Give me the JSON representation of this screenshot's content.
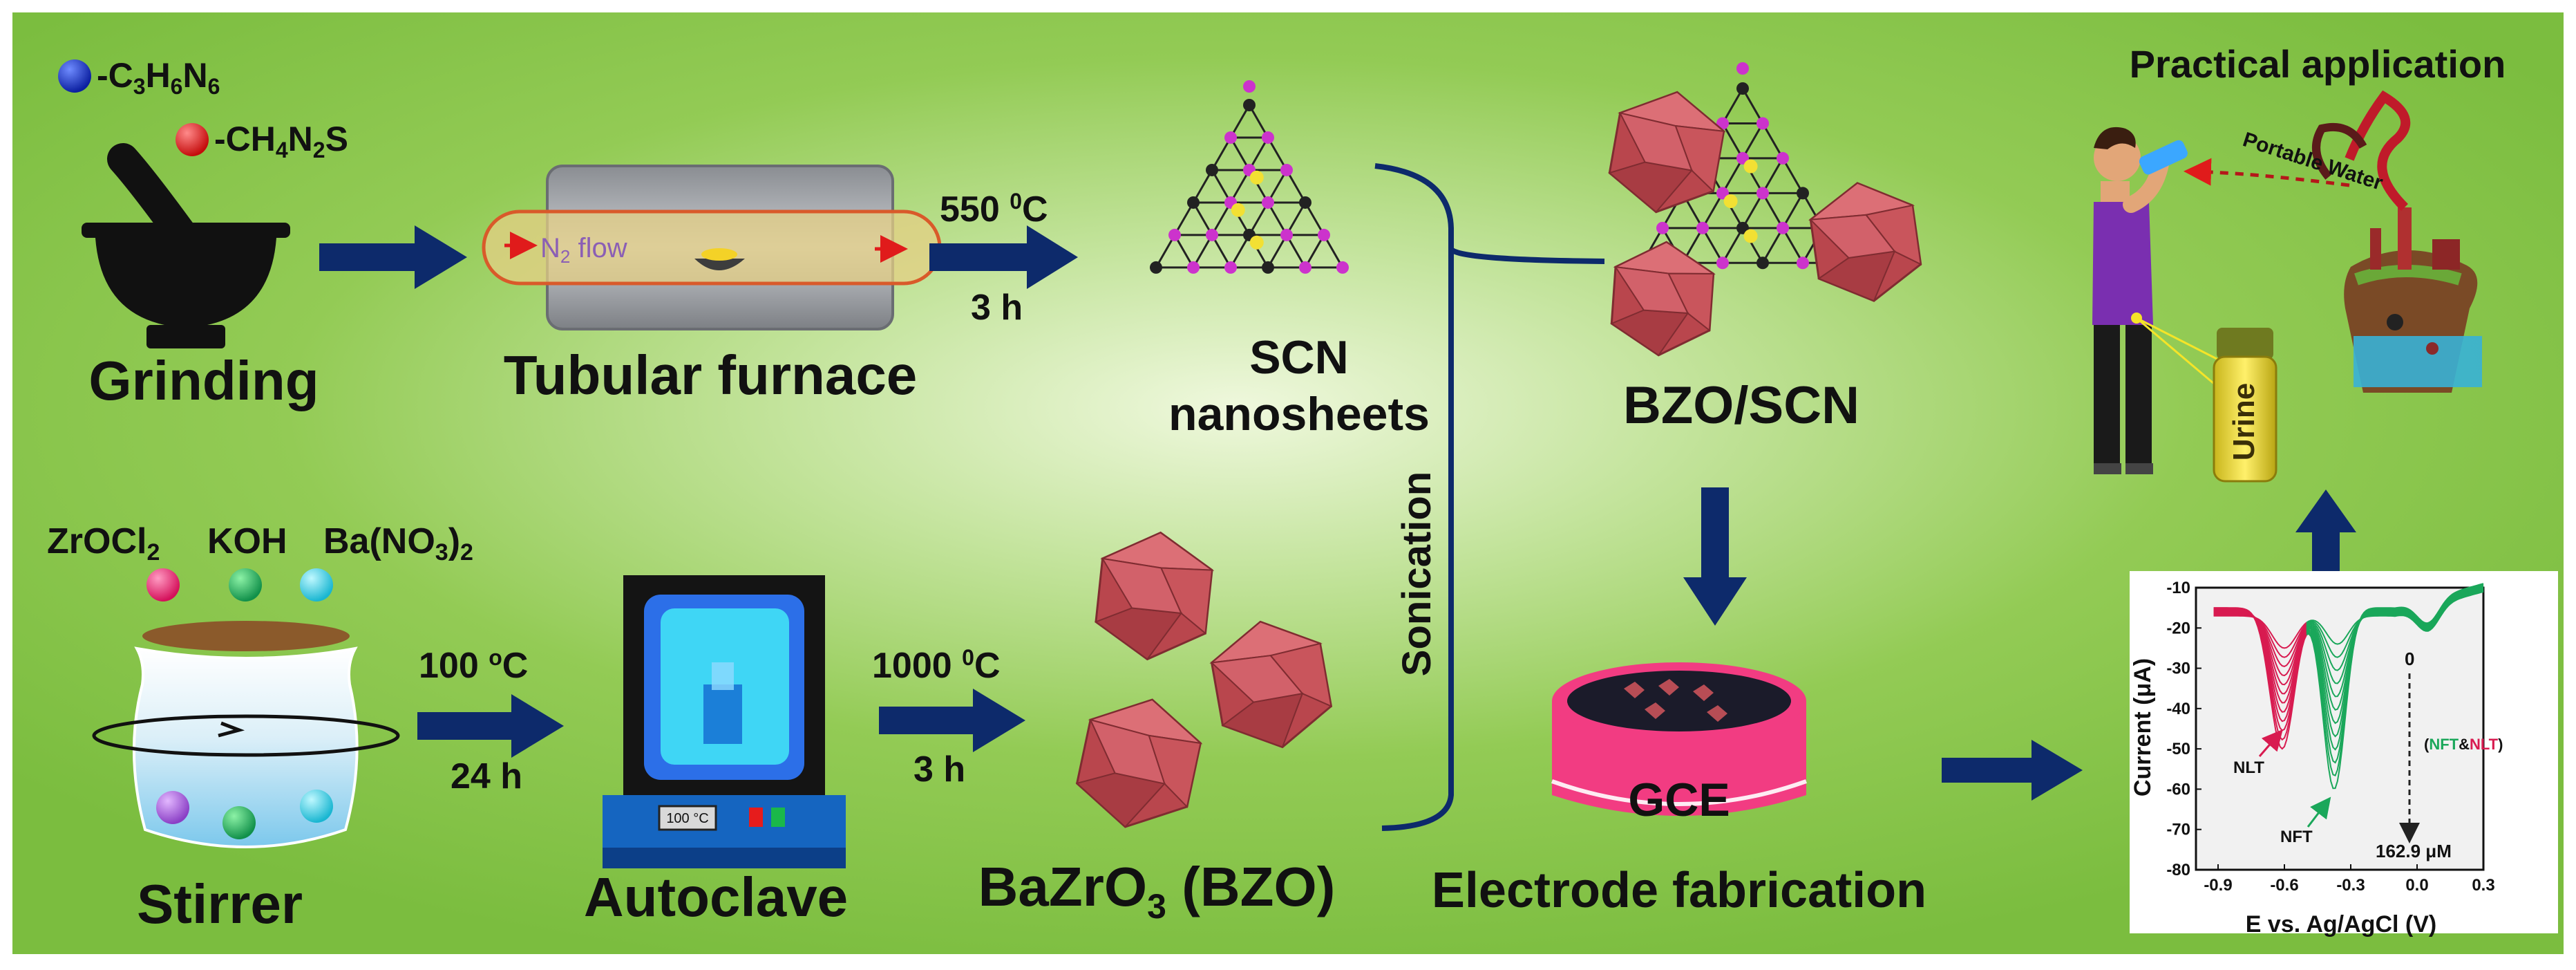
{
  "diagram": {
    "legend": {
      "blue_sub": "-C",
      "blue_sub_tail": "H",
      "blue_sub_tail2": "N",
      "blue_n1": "3",
      "blue_n2": "6",
      "blue_n3": "6",
      "red_sub": "-CH",
      "red_n1": "4",
      "red_mid": "N",
      "red_n2": "2",
      "red_tail": "S"
    },
    "steps": {
      "grinding": "Grinding",
      "tubular_furnace": "Tubular furnace",
      "n2_flow_prefix": "N",
      "n2_flow_sub": "2",
      "n2_flow_suffix": " flow",
      "temp_550": "550 ",
      "temp_550_sup": "0",
      "temp_550_unit": "C",
      "time_3h_a": "3 h",
      "scn_line1": "SCN",
      "scn_line2": "nanosheets",
      "sonication": "Sonication",
      "bzo_scn": "BZO/SCN",
      "practical": "Practical application",
      "portable_water": "Portable Water",
      "urine": "Urine",
      "reagent1_main": "ZrOCl",
      "reagent1_sub": "2",
      "reagent2": "KOH",
      "reagent3_main": "Ba(NO",
      "reagent3_sub": "3",
      "reagent3_tail": ")",
      "reagent3_sub2": "2",
      "stirrer": "Stirrer",
      "temp_100": "100 ",
      "temp_100_sup": "o",
      "temp_100_unit": "C",
      "time_24h": "24 h",
      "autoclave": "Autoclave",
      "autoclave_display": "100 °C",
      "temp_1000": "1000 ",
      "temp_1000_sup": "0",
      "temp_1000_unit": "C",
      "time_3h_b": "3 h",
      "bzo_main": "BaZrO",
      "bzo_sub": "3",
      "bzo_tail": " (BZO)",
      "gce": "GCE",
      "electrode_fabrication": "Electrode fabrication"
    },
    "colors": {
      "background": "#88c64a",
      "arrow": "#0d2a6b",
      "crystal": "#c9535a",
      "gce_pink": "#f23c82",
      "nlt": "#d81b50",
      "nft": "#1aa75a"
    }
  },
  "chart_data": {
    "type": "line",
    "xlabel": "E vs. Ag/AgCl (V)",
    "ylabel": "Current (μA)",
    "x_ticks": [
      "-0.9",
      "-0.6",
      "-0.3",
      "0.0",
      "0.3"
    ],
    "y_ticks": [
      "-10",
      "-20",
      "-30",
      "-40",
      "-50",
      "-60",
      "-70",
      "-80"
    ],
    "xlim": [
      -1.0,
      0.3
    ],
    "ylim": [
      -80,
      -10
    ],
    "annotations": {
      "nlt_label": "NLT",
      "nft_label": "NFT",
      "start_conc": "0",
      "end_conc": "162.9 μM",
      "legend_open": "(",
      "legend_nft": "NFT",
      "legend_amp": "&",
      "legend_nlt": "NLT",
      "legend_close": ")"
    },
    "curve_count": 12,
    "nlt_peak": {
      "x": -0.6,
      "y_min": -25,
      "y_max": -52
    },
    "nft_peak": {
      "x": -0.36,
      "y_min": -24,
      "y_max": -62
    },
    "baseline_start_y": -17,
    "hump_x": 0.05,
    "end_y": -11
  }
}
